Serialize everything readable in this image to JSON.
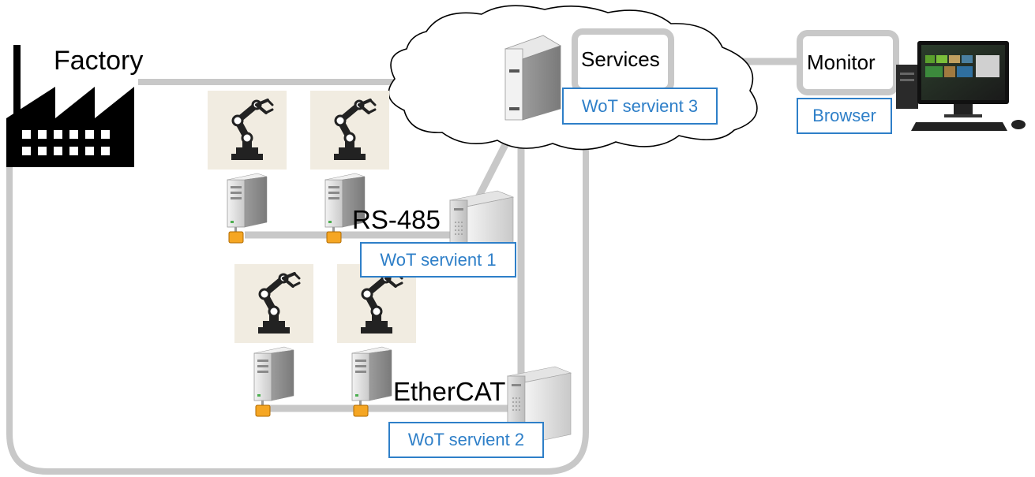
{
  "factory": {
    "label": "Factory"
  },
  "cloud": {
    "services_label": "Services",
    "servient_label": "WoT servient 3"
  },
  "monitor": {
    "label": "Monitor",
    "browser_label": "Browser"
  },
  "bus_rs485": {
    "label": "RS-485",
    "servient_label": "WoT servient 1"
  },
  "bus_ethercat": {
    "label": "EtherCAT",
    "servient_label": "WoT servient 2"
  },
  "icons": [
    "factory-icon",
    "cloud-icon",
    "server-tower-icon",
    "robot-arm-icon",
    "network-server-icon",
    "desktop-computer-icon"
  ],
  "colors": {
    "link": "#c8c8c8",
    "servient_border": "#2e7fc8",
    "servient_text": "#2e7fc8"
  }
}
